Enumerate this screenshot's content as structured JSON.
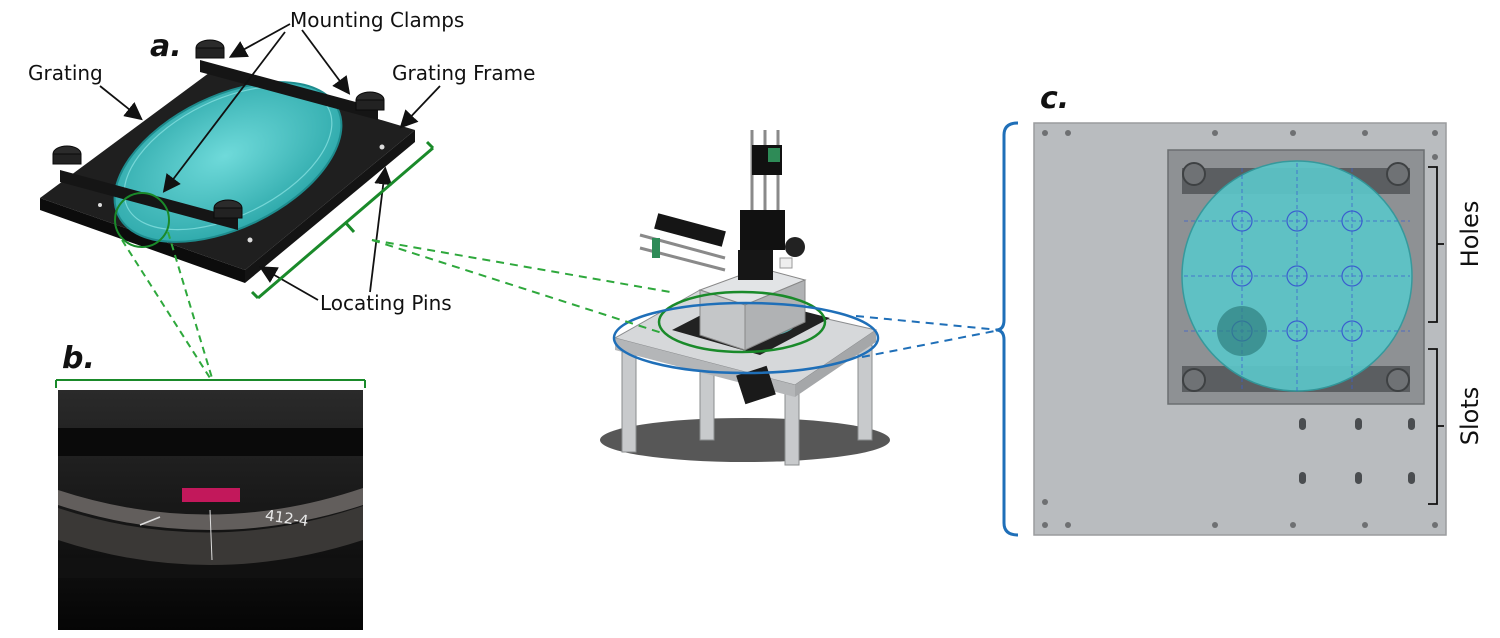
{
  "panels": {
    "a": "a.",
    "b": "b.",
    "c": "c."
  },
  "labels": {
    "mounting_clamps": "Mounting Clamps",
    "grating": "Grating",
    "grating_frame": "Grating Frame",
    "locating_pins": "Locating Pins",
    "holes": "Holes",
    "slots": "Slots"
  },
  "photo_text": "412-4",
  "colors": {
    "callout_green": "#1a8a2a",
    "callout_blue": "#1f6fb8",
    "grating_cyan": "#4fc7c7",
    "frame_black": "#1a1a1a",
    "plate_gray": "#b9bcbf"
  }
}
